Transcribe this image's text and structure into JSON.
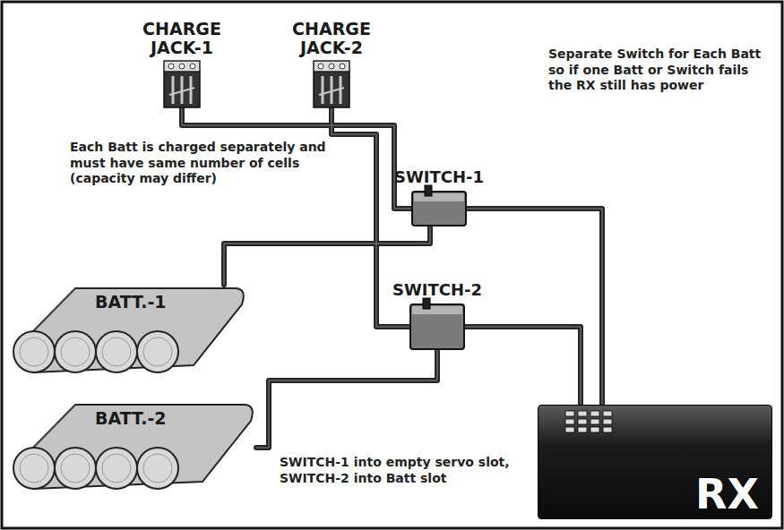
{
  "diagram": {
    "nodes": [
      {
        "text": [
          "CHARGE JACK-1"
        ]
      },
      {
        "text": [
          "CHARGE JACK-2"
        ]
      },
      {
        "text": [
          "SWITCH-1"
        ]
      },
      {
        "text": [
          "SWITCH-2"
        ]
      },
      {
        "text": [
          "BATT.-1"
        ]
      },
      {
        "text": [
          "BATT.-2"
        ]
      },
      {
        "text": [
          "RX"
        ]
      }
    ],
    "edges": [
      {
        "from": 4,
        "to": 2,
        "arrow": "none"
      },
      {
        "from": 0,
        "to": 2,
        "arrow": "none"
      },
      {
        "from": 1,
        "to": 3,
        "arrow": "none"
      },
      {
        "from": 5,
        "to": 3,
        "arrow": "none"
      },
      {
        "from": 2,
        "to": 6,
        "arrow": "none"
      },
      {
        "from": 3,
        "to": 6,
        "arrow": "none"
      }
    ],
    "labels": [
      "Separate Switch for Each Batt so if one Batt or Switch fails the RX still has power",
      "Each Batt is charged separately and must have same number of cells (capacity may differ)",
      "SWITCH-1 into empty servo slot, SWITCH-2 into Batt slot"
    ]
  }
}
